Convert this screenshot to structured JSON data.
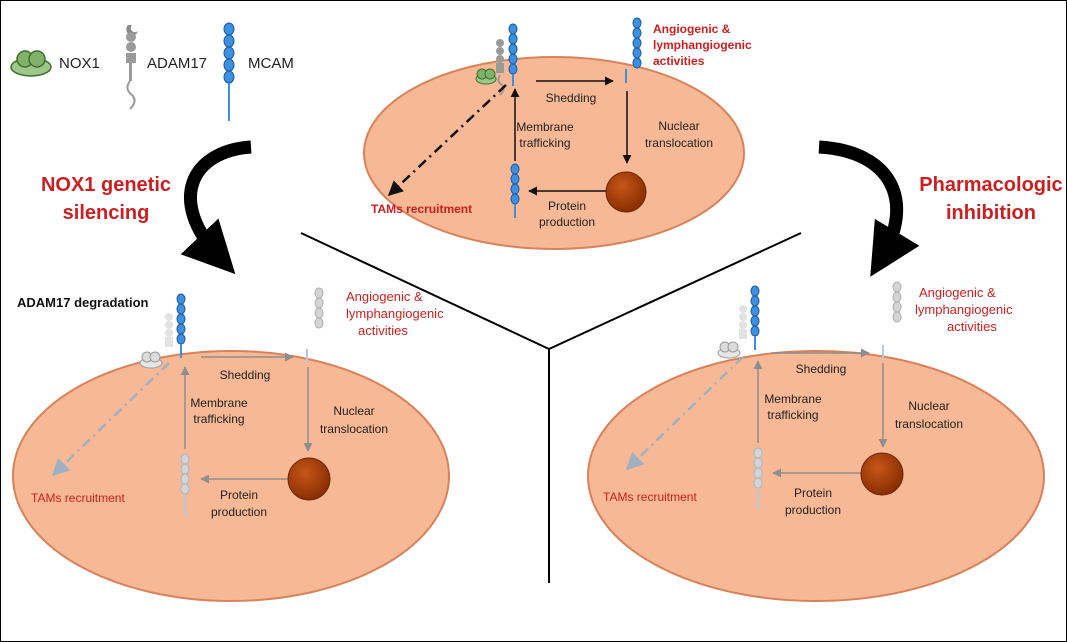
{
  "legend": {
    "items": [
      {
        "icon": "nox1-icon",
        "label": "NOX1"
      },
      {
        "icon": "adam17-icon",
        "label": "ADAM17"
      },
      {
        "icon": "mcam-icon",
        "label": "MCAM"
      }
    ]
  },
  "transitions": {
    "left": [
      "NOX1 genetic",
      "silencing"
    ],
    "right": [
      "Pharmacologic",
      "inhibition"
    ]
  },
  "cells": {
    "top": {
      "activity": [
        "Angiogenic &",
        "lymphangiogenic",
        "activities"
      ],
      "shedding": "Shedding",
      "membrane": [
        "Membrane",
        "trafficking"
      ],
      "nuclear": [
        "Nuclear",
        "translocation"
      ],
      "protein": [
        "Protein",
        "production"
      ],
      "tams": "TAMs recruitment"
    },
    "left": {
      "note": "ADAM17 degradation",
      "activity": [
        "Angiogenic &",
        "lymphangiogenic",
        "activities"
      ],
      "shedding": "Shedding",
      "membrane": [
        "Membrane",
        "trafficking"
      ],
      "nuclear": [
        "Nuclear",
        "translocation"
      ],
      "protein": [
        "Protein",
        "production"
      ],
      "tams": "TAMs recruitment"
    },
    "right": {
      "activity": [
        "Angiogenic &",
        "lymphangiogenic",
        "activities"
      ],
      "shedding": "Shedding",
      "membrane": [
        "Membrane",
        "trafficking"
      ],
      "nuclear": [
        "Nuclear",
        "translocation"
      ],
      "protein": [
        "Protein",
        "production"
      ],
      "tams": "TAMs recruitment"
    }
  },
  "colors": {
    "cell_fill": "#f7b896",
    "cell_stroke": "#d9825a",
    "nucleus": "#a23a06",
    "red_text": "#cc1f1f",
    "mcam_blue": "#2f7fd6",
    "faded_gray": "#b9b9b9"
  }
}
